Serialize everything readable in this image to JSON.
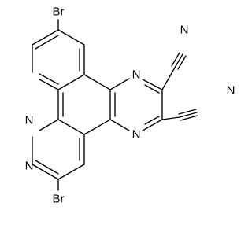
{
  "structure": {
    "atoms": {
      "br_top": "Br",
      "br_bottom": "Br",
      "n_pyrazine_top": "N",
      "n_pyrazine_bottom": "N",
      "n_pyridine_left_top": "N",
      "n_pyridine_left_bottom": "N",
      "n_nitrile_top": "N",
      "n_nitrile_bottom": "N"
    }
  }
}
